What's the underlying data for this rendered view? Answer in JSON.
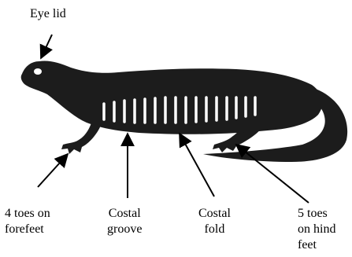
{
  "diagram": {
    "labels": {
      "eye_lid": [
        "Eye lid"
      ],
      "toes_forefeet": [
        "4 toes on",
        "forefeet"
      ],
      "costal_groove": [
        "Costal",
        "groove"
      ],
      "costal_fold": [
        "Costal",
        "fold"
      ],
      "toes_hind_feet": [
        "5 toes",
        "on hind",
        "feet"
      ]
    },
    "colors": {
      "ink": "#000000",
      "body": "#1c1c1c",
      "stripe": "#ffffff",
      "background": "#ffffff"
    },
    "icons": [
      "salamander-illustration",
      "arrow"
    ]
  }
}
